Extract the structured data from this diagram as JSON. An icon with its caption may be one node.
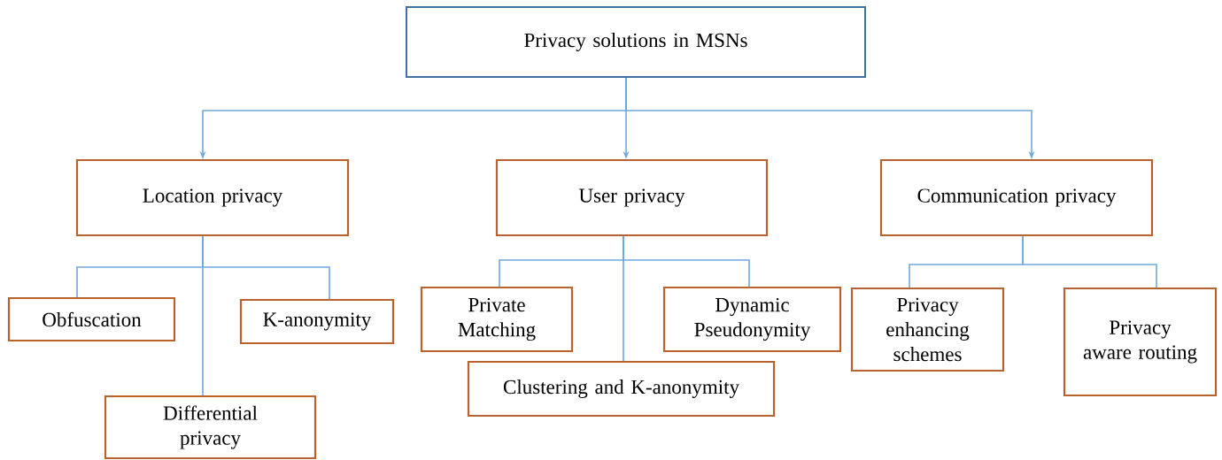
{
  "diagram": {
    "nodes": [
      {
        "text": [
          "Privacy solutions in MSNs"
        ]
      },
      {
        "text": [
          "Location privacy"
        ]
      },
      {
        "text": [
          "User privacy"
        ]
      },
      {
        "text": [
          "Communication privacy"
        ]
      },
      {
        "text": [
          "Obfuscation"
        ]
      },
      {
        "text": [
          "K-anonymity"
        ]
      },
      {
        "text": [
          "Differential privacy"
        ]
      },
      {
        "text": [
          "Private Matching"
        ]
      },
      {
        "text": [
          "Dynamic Pseudonymity"
        ]
      },
      {
        "text": [
          "Clustering and K-anonymity"
        ]
      },
      {
        "text": [
          "Privacy enhancing schemes"
        ]
      },
      {
        "text": [
          "Privacy aware routing"
        ]
      }
    ],
    "edges": [
      {
        "from": 0,
        "to": 1,
        "arrow": "to"
      },
      {
        "from": 0,
        "to": 2,
        "arrow": "to"
      },
      {
        "from": 0,
        "to": 3,
        "arrow": "to"
      },
      {
        "from": 1,
        "to": 4,
        "arrow": "none"
      },
      {
        "from": 1,
        "to": 5,
        "arrow": "none"
      },
      {
        "from": 1,
        "to": 6,
        "arrow": "none"
      },
      {
        "from": 2,
        "to": 7,
        "arrow": "none"
      },
      {
        "from": 2,
        "to": 8,
        "arrow": "none"
      },
      {
        "from": 2,
        "to": 9,
        "arrow": "none"
      },
      {
        "from": 3,
        "to": 10,
        "arrow": "none"
      },
      {
        "from": 3,
        "to": 11,
        "arrow": "none"
      }
    ]
  }
}
